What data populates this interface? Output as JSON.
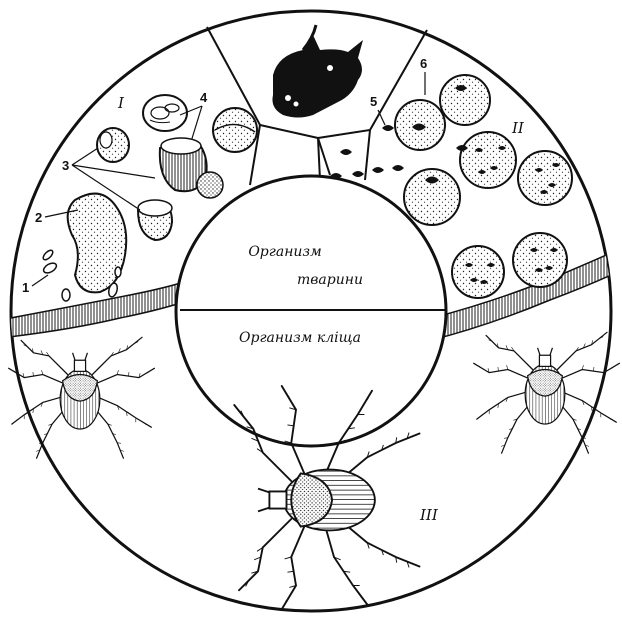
{
  "center": {
    "top_label_line1": "Организм",
    "top_label_line2": "тварини",
    "bottom_label": "Организм кліща"
  },
  "stages": {
    "stage_1": "I",
    "stage_2": "II",
    "stage_3": "III"
  },
  "markers": {
    "n1": "1",
    "n2": "2",
    "n3": "3",
    "n4": "4",
    "n5": "5",
    "n6": "6"
  },
  "icons": [
    "cow-head-icon",
    "tick-icon",
    "blood-cell-icon",
    "parasite-icon"
  ],
  "colors": {
    "ink": "#111111",
    "paper": "#ffffff"
  }
}
